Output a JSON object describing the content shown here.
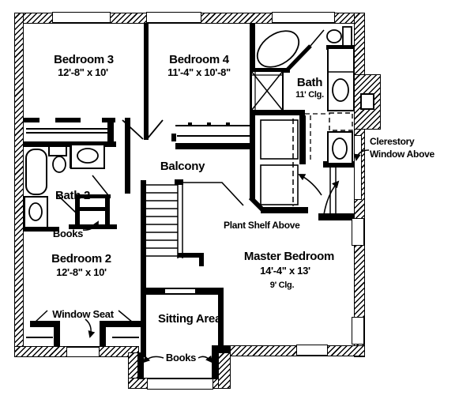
{
  "plan": {
    "rooms": [
      {
        "id": "bedroom-3",
        "name": "Bedroom 3",
        "dims": "12'-8\" x 10'"
      },
      {
        "id": "bedroom-4",
        "name": "Bedroom 4",
        "dims": "11'-4\" x 10'-8\""
      },
      {
        "id": "bath",
        "name": "Bath",
        "ceiling": "11' Clg."
      },
      {
        "id": "bath-2",
        "name": "Bath 2"
      },
      {
        "id": "balcony",
        "name": "Balcony"
      },
      {
        "id": "bedroom-2",
        "name": "Bedroom 2",
        "dims": "12'-8\" x 10'"
      },
      {
        "id": "sitting-area",
        "name": "Sitting Area"
      },
      {
        "id": "master-bedroom",
        "name": "Master Bedroom",
        "dims": "14'-4\" x 13'",
        "ceiling": "9' Clg."
      }
    ],
    "annotations": {
      "books_upper": "Books",
      "books_lower": "Books",
      "window_seat": "Window Seat",
      "plant_shelf": "Plant Shelf Above",
      "clerestory_line1": "Clerestory",
      "clerestory_line2": "Window Above"
    },
    "colors": {
      "ink": "#000000",
      "paper": "#ffffff"
    }
  }
}
